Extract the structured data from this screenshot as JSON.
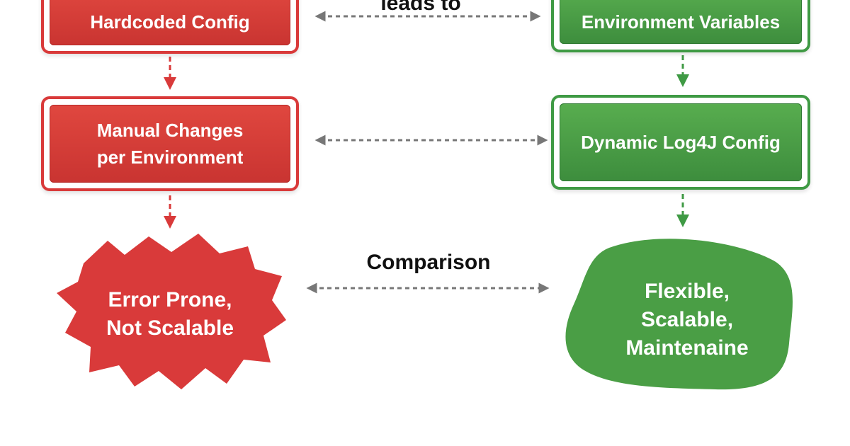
{
  "colors": {
    "bad": "#d93a3a",
    "good": "#3f9a44",
    "connector": "#777777"
  },
  "left": {
    "hardcoded_config": "Hardcoded Config",
    "manual_changes": "Manual Changes\nper Environment",
    "error_prone": "Error Prone,\nNot Scalable"
  },
  "right": {
    "environment_variables": "Environment Variables",
    "dynamic_config": "Dynamic Log4J Config",
    "flexible": "Flexible,\nScalable,\nMaintenaine"
  },
  "edges": {
    "leads_to": "leads to",
    "comparison": "Comparison"
  }
}
